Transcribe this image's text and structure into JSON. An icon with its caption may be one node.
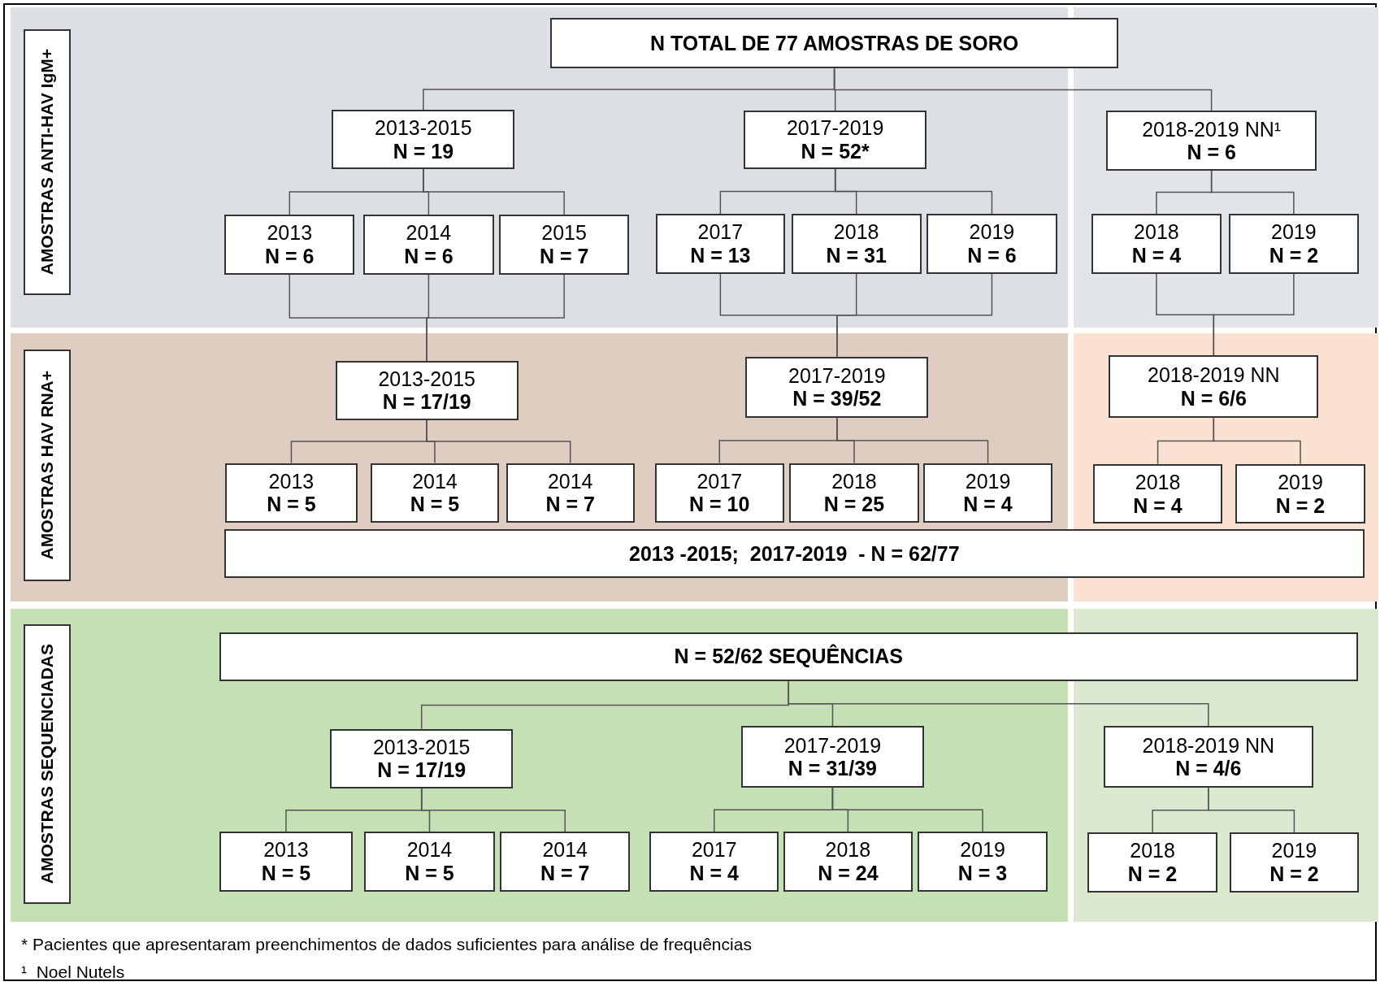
{
  "diagram": {
    "nodes": [
      {
        "text": [
          "AMOSTRAS ANTI-HAV IgM+"
        ]
      },
      {
        "text": [
          "N TOTAL DE 77 AMOSTRAS DE SORO"
        ]
      },
      {
        "text": [
          "2013-2015",
          "N = 19"
        ]
      },
      {
        "text": [
          "2017-2019",
          "N = 52*"
        ]
      },
      {
        "text": [
          "2018-2019 NN¹",
          "N = 6"
        ]
      },
      {
        "text": [
          "2013",
          "N = 6"
        ]
      },
      {
        "text": [
          "2014",
          "N = 6"
        ]
      },
      {
        "text": [
          "2015",
          "N = 7"
        ]
      },
      {
        "text": [
          "2017",
          "N = 13"
        ]
      },
      {
        "text": [
          "2018",
          "N = 31"
        ]
      },
      {
        "text": [
          "2019",
          "N = 6"
        ]
      },
      {
        "text": [
          "2018",
          "N = 4"
        ]
      },
      {
        "text": [
          "2019",
          "N = 2"
        ]
      },
      {
        "text": [
          "AMOSTRAS HAV RNA+"
        ]
      },
      {
        "text": [
          "2013-2015",
          "N = 17/19"
        ]
      },
      {
        "text": [
          "2017-2019",
          "N = 39/52"
        ]
      },
      {
        "text": [
          "2018-2019 NN",
          "N = 6/6"
        ]
      },
      {
        "text": [
          "2013",
          "N = 5"
        ]
      },
      {
        "text": [
          "2014",
          "N = 5"
        ]
      },
      {
        "text": [
          "2014",
          "N = 7"
        ]
      },
      {
        "text": [
          "2017",
          "N = 10"
        ]
      },
      {
        "text": [
          "2018",
          "N = 25"
        ]
      },
      {
        "text": [
          "2019",
          "N = 4"
        ]
      },
      {
        "text": [
          "2018",
          "N = 4"
        ]
      },
      {
        "text": [
          "2019",
          "N = 2"
        ]
      },
      {
        "text": [
          "2013 -2015;  2017-2019  - N = 62/77"
        ]
      },
      {
        "text": [
          "AMOSTRAS SEQUENCIADAS"
        ]
      },
      {
        "text": [
          "N = 52/62 SEQUÊNCIAS"
        ]
      },
      {
        "text": [
          "2013-2015",
          "N = 17/19"
        ]
      },
      {
        "text": [
          "2017-2019",
          "N = 31/39"
        ]
      },
      {
        "text": [
          "2018-2019 NN",
          "N = 4/6"
        ]
      },
      {
        "text": [
          "2013",
          "N = 5"
        ]
      },
      {
        "text": [
          "2014",
          "N = 5"
        ]
      },
      {
        "text": [
          "2014",
          "N = 7"
        ]
      },
      {
        "text": [
          "2017",
          "N = 4"
        ]
      },
      {
        "text": [
          "2018",
          "N = 24"
        ]
      },
      {
        "text": [
          "2019",
          "N = 3"
        ]
      },
      {
        "text": [
          "2018",
          "N = 2"
        ]
      },
      {
        "text": [
          "2019",
          "N = 2"
        ]
      }
    ],
    "edges": [
      {
        "from": 1,
        "to": 2,
        "arrow": "none"
      },
      {
        "from": 1,
        "to": 3,
        "arrow": "none"
      },
      {
        "from": 1,
        "to": 4,
        "arrow": "none"
      },
      {
        "from": 2,
        "to": 5,
        "arrow": "none"
      },
      {
        "from": 2,
        "to": 6,
        "arrow": "none"
      },
      {
        "from": 2,
        "to": 7,
        "arrow": "none"
      },
      {
        "from": 3,
        "to": 8,
        "arrow": "none"
      },
      {
        "from": 3,
        "to": 9,
        "arrow": "none"
      },
      {
        "from": 3,
        "to": 10,
        "arrow": "none"
      },
      {
        "from": 4,
        "to": 11,
        "arrow": "none"
      },
      {
        "from": 4,
        "to": 12,
        "arrow": "none"
      },
      {
        "from": 5,
        "to": 14,
        "arrow": "none"
      },
      {
        "from": 6,
        "to": 14,
        "arrow": "none"
      },
      {
        "from": 7,
        "to": 14,
        "arrow": "none"
      },
      {
        "from": 8,
        "to": 15,
        "arrow": "none"
      },
      {
        "from": 9,
        "to": 15,
        "arrow": "none"
      },
      {
        "from": 10,
        "to": 15,
        "arrow": "none"
      },
      {
        "from": 11,
        "to": 16,
        "arrow": "none"
      },
      {
        "from": 12,
        "to": 16,
        "arrow": "none"
      },
      {
        "from": 14,
        "to": 17,
        "arrow": "none"
      },
      {
        "from": 14,
        "to": 18,
        "arrow": "none"
      },
      {
        "from": 14,
        "to": 19,
        "arrow": "none"
      },
      {
        "from": 15,
        "to": 20,
        "arrow": "none"
      },
      {
        "from": 15,
        "to": 21,
        "arrow": "none"
      },
      {
        "from": 15,
        "to": 22,
        "arrow": "none"
      },
      {
        "from": 16,
        "to": 23,
        "arrow": "none"
      },
      {
        "from": 16,
        "to": 24,
        "arrow": "none"
      },
      {
        "from": 27,
        "to": 28,
        "arrow": "none"
      },
      {
        "from": 27,
        "to": 29,
        "arrow": "none"
      },
      {
        "from": 27,
        "to": 30,
        "arrow": "none"
      },
      {
        "from": 28,
        "to": 31,
        "arrow": "none"
      },
      {
        "from": 28,
        "to": 32,
        "arrow": "none"
      },
      {
        "from": 28,
        "to": 33,
        "arrow": "none"
      },
      {
        "from": 29,
        "to": 34,
        "arrow": "none"
      },
      {
        "from": 29,
        "to": 35,
        "arrow": "none"
      },
      {
        "from": 29,
        "to": 36,
        "arrow": "none"
      },
      {
        "from": 30,
        "to": 37,
        "arrow": "none"
      },
      {
        "from": 30,
        "to": 38,
        "arrow": "none"
      }
    ],
    "labels": [
      "* Pacientes que apresentaram preenchimentos de dados suficientes para análise de frequências",
      "¹  Noel Nutels"
    ]
  }
}
